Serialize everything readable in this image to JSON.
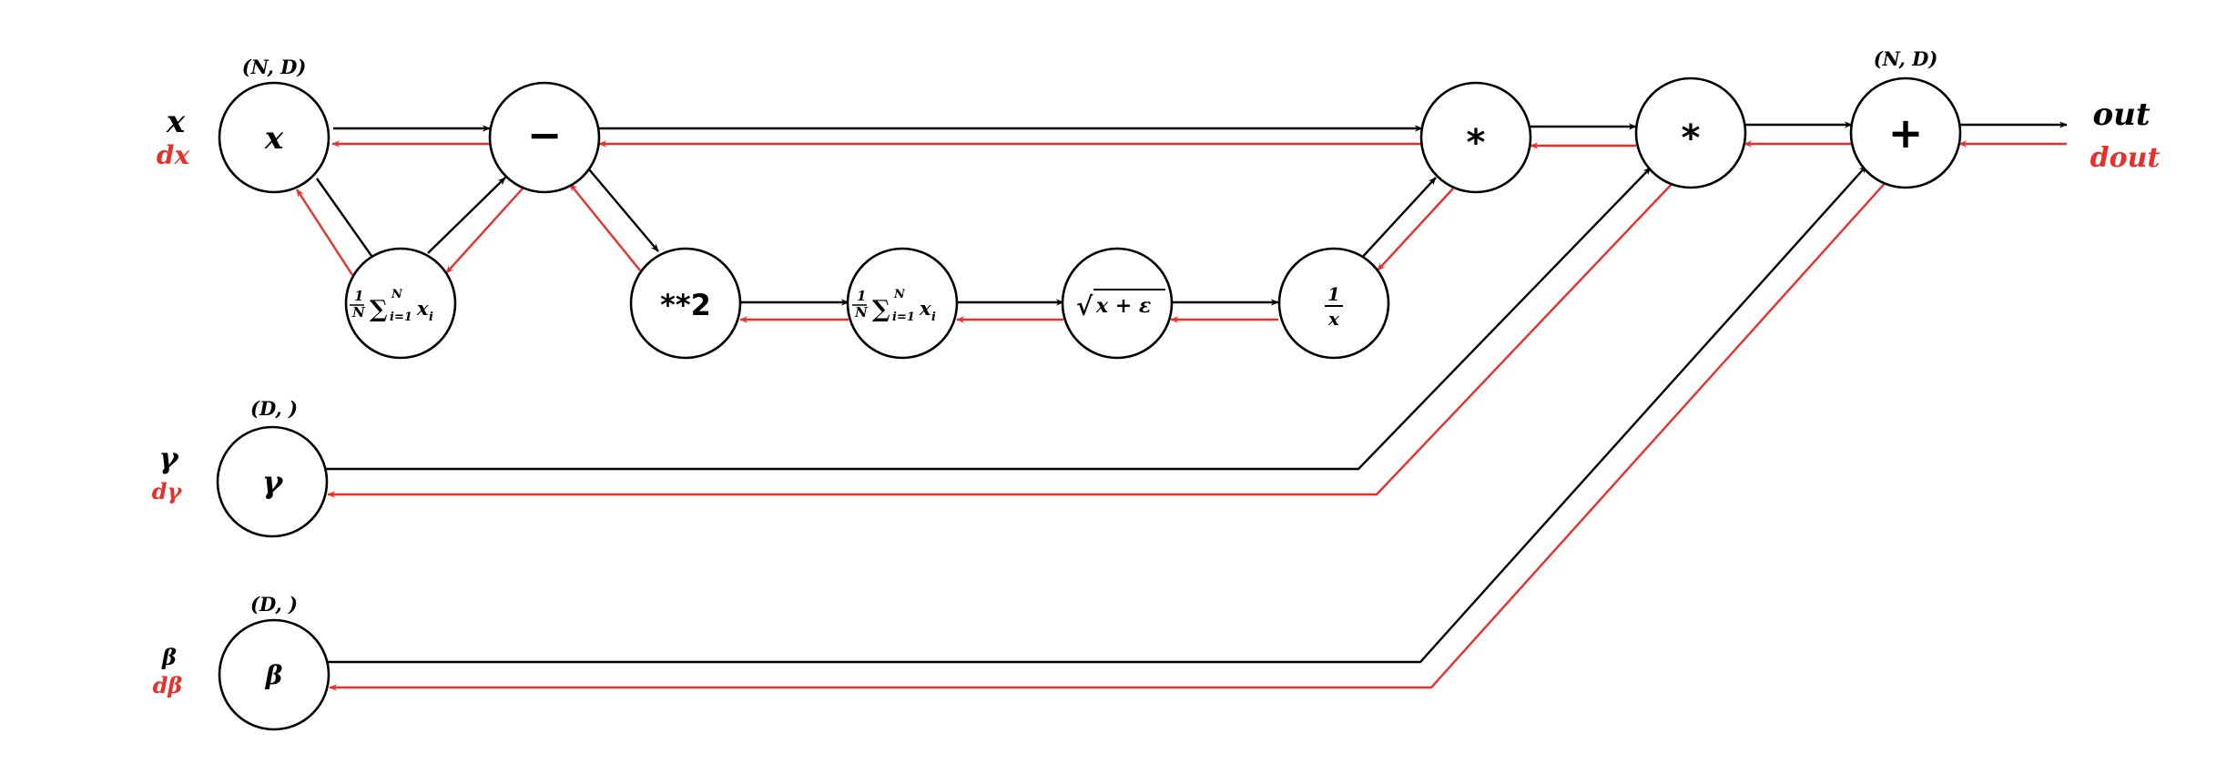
{
  "inputs": {
    "x": {
      "label": "x",
      "grad": "dx",
      "shape": "(N, D)",
      "node": "x"
    },
    "gamma": {
      "label": "γ",
      "grad": "dγ",
      "shape": "(D, )",
      "node": "γ"
    },
    "beta": {
      "label": "β",
      "grad": "dβ",
      "shape": "(D, )",
      "node": "β"
    }
  },
  "output": {
    "label": "out",
    "grad": "dout",
    "shape": "(N, D)"
  },
  "nodes": {
    "mean1": {
      "frac_num": "1",
      "frac_den": "N",
      "sum": "∑",
      "sup": "N",
      "sub": "i=1",
      "term": "x",
      "term_sub": "i"
    },
    "minus": "−",
    "square": "**2",
    "mean2": {
      "frac_num": "1",
      "frac_den": "N",
      "sum": "∑",
      "sup": "N",
      "sub": "i=1",
      "term": "x",
      "term_sub": "i"
    },
    "sqrt": {
      "radical": "√",
      "expr": "x + ε"
    },
    "inv": {
      "num": "1",
      "den": "x"
    },
    "mul1": "*",
    "mul2": "*",
    "plus": "+"
  },
  "colors": {
    "forward": "#000000",
    "backward": "#e8302a"
  }
}
